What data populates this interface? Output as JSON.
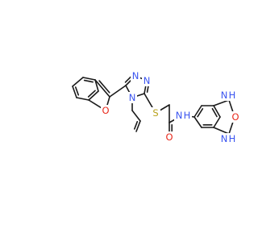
{
  "molecule": {
    "atoms": {
      "furan_o": {
        "text": "O",
        "color": "#e8291c"
      },
      "triazole_n1": {
        "text": "N",
        "color": "#3a54f0"
      },
      "triazole_n2": {
        "text": "N",
        "color": "#3a54f0"
      },
      "triazole_n4": {
        "text": "N",
        "color": "#3a54f0"
      },
      "sulfur": {
        "text": "S",
        "color": "#b8a21c"
      },
      "amide_o": {
        "text": "O",
        "color": "#e8291c"
      },
      "amide_nh": {
        "text": "N",
        "h": "H",
        "color": "#3a54f0"
      },
      "imidazolone_nh_top": {
        "text": "N",
        "h": "H",
        "color": "#3a54f0"
      },
      "imidazolone_nh_bottom": {
        "text": "N",
        "h": "H",
        "color": "#3a54f0"
      },
      "carbonyl_o": {
        "text": "O",
        "color": "#e8291c"
      }
    },
    "bond_color": "#1a1a1a"
  }
}
